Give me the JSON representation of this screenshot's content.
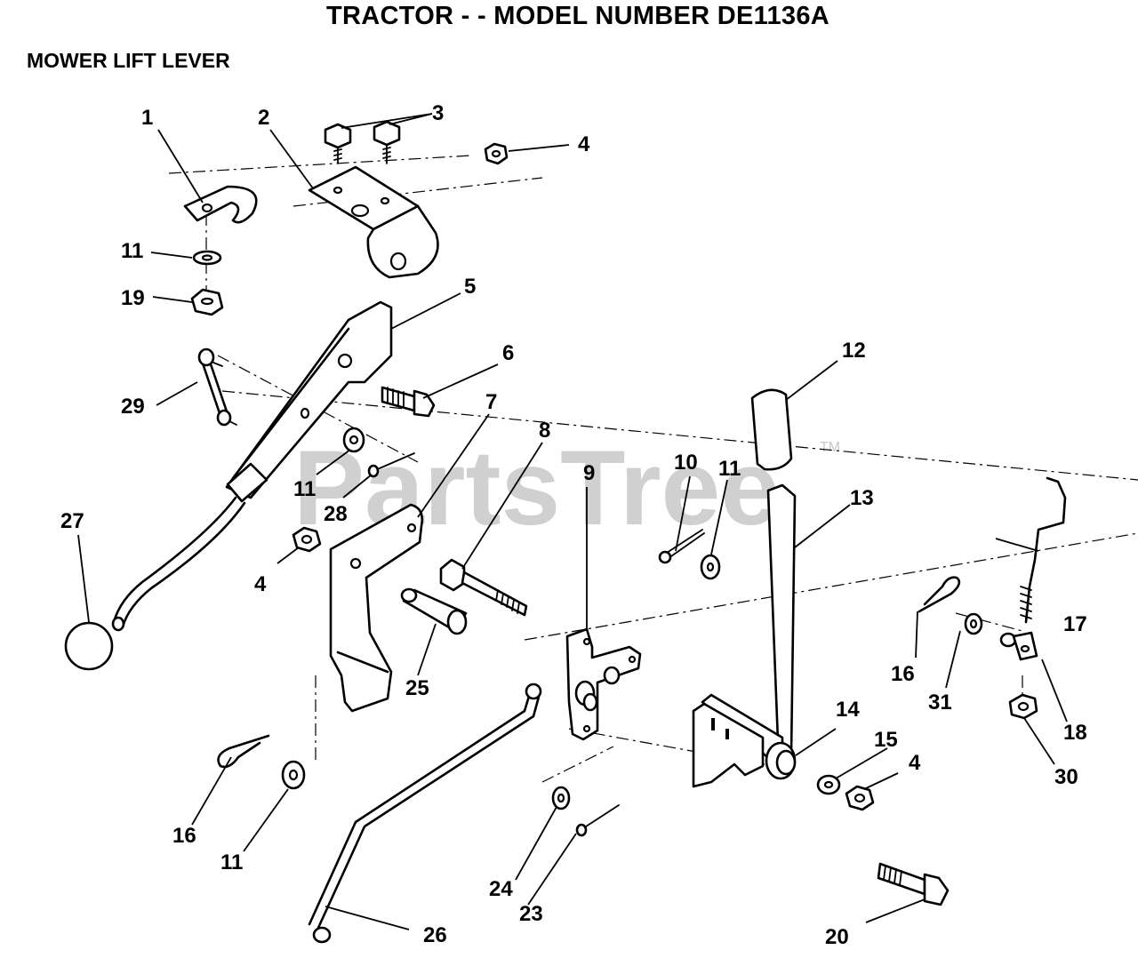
{
  "title": "TRACTOR - - MODEL NUMBER DE1136A",
  "subtitle": "MOWER LIFT LEVER",
  "watermark": {
    "text": "PartsTree",
    "trademark": "TM"
  },
  "callouts": {
    "c1": "1",
    "c2": "2",
    "c3": "3",
    "c4a": "4",
    "c4b": "4",
    "c4c": "4",
    "c5": "5",
    "c6": "6",
    "c7": "7",
    "c8": "8",
    "c9": "9",
    "c10": "10",
    "c11a": "11",
    "c11b": "11",
    "c11c": "11",
    "c11d": "11",
    "c12": "12",
    "c13": "13",
    "c14": "14",
    "c15": "15",
    "c16a": "16",
    "c16b": "16",
    "c17": "17",
    "c18": "18",
    "c19": "19",
    "c20": "20",
    "c23": "23",
    "c24": "24",
    "c25": "25",
    "c26": "26",
    "c27": "27",
    "c28": "28",
    "c29": "29",
    "c30": "30",
    "c31": "31"
  }
}
